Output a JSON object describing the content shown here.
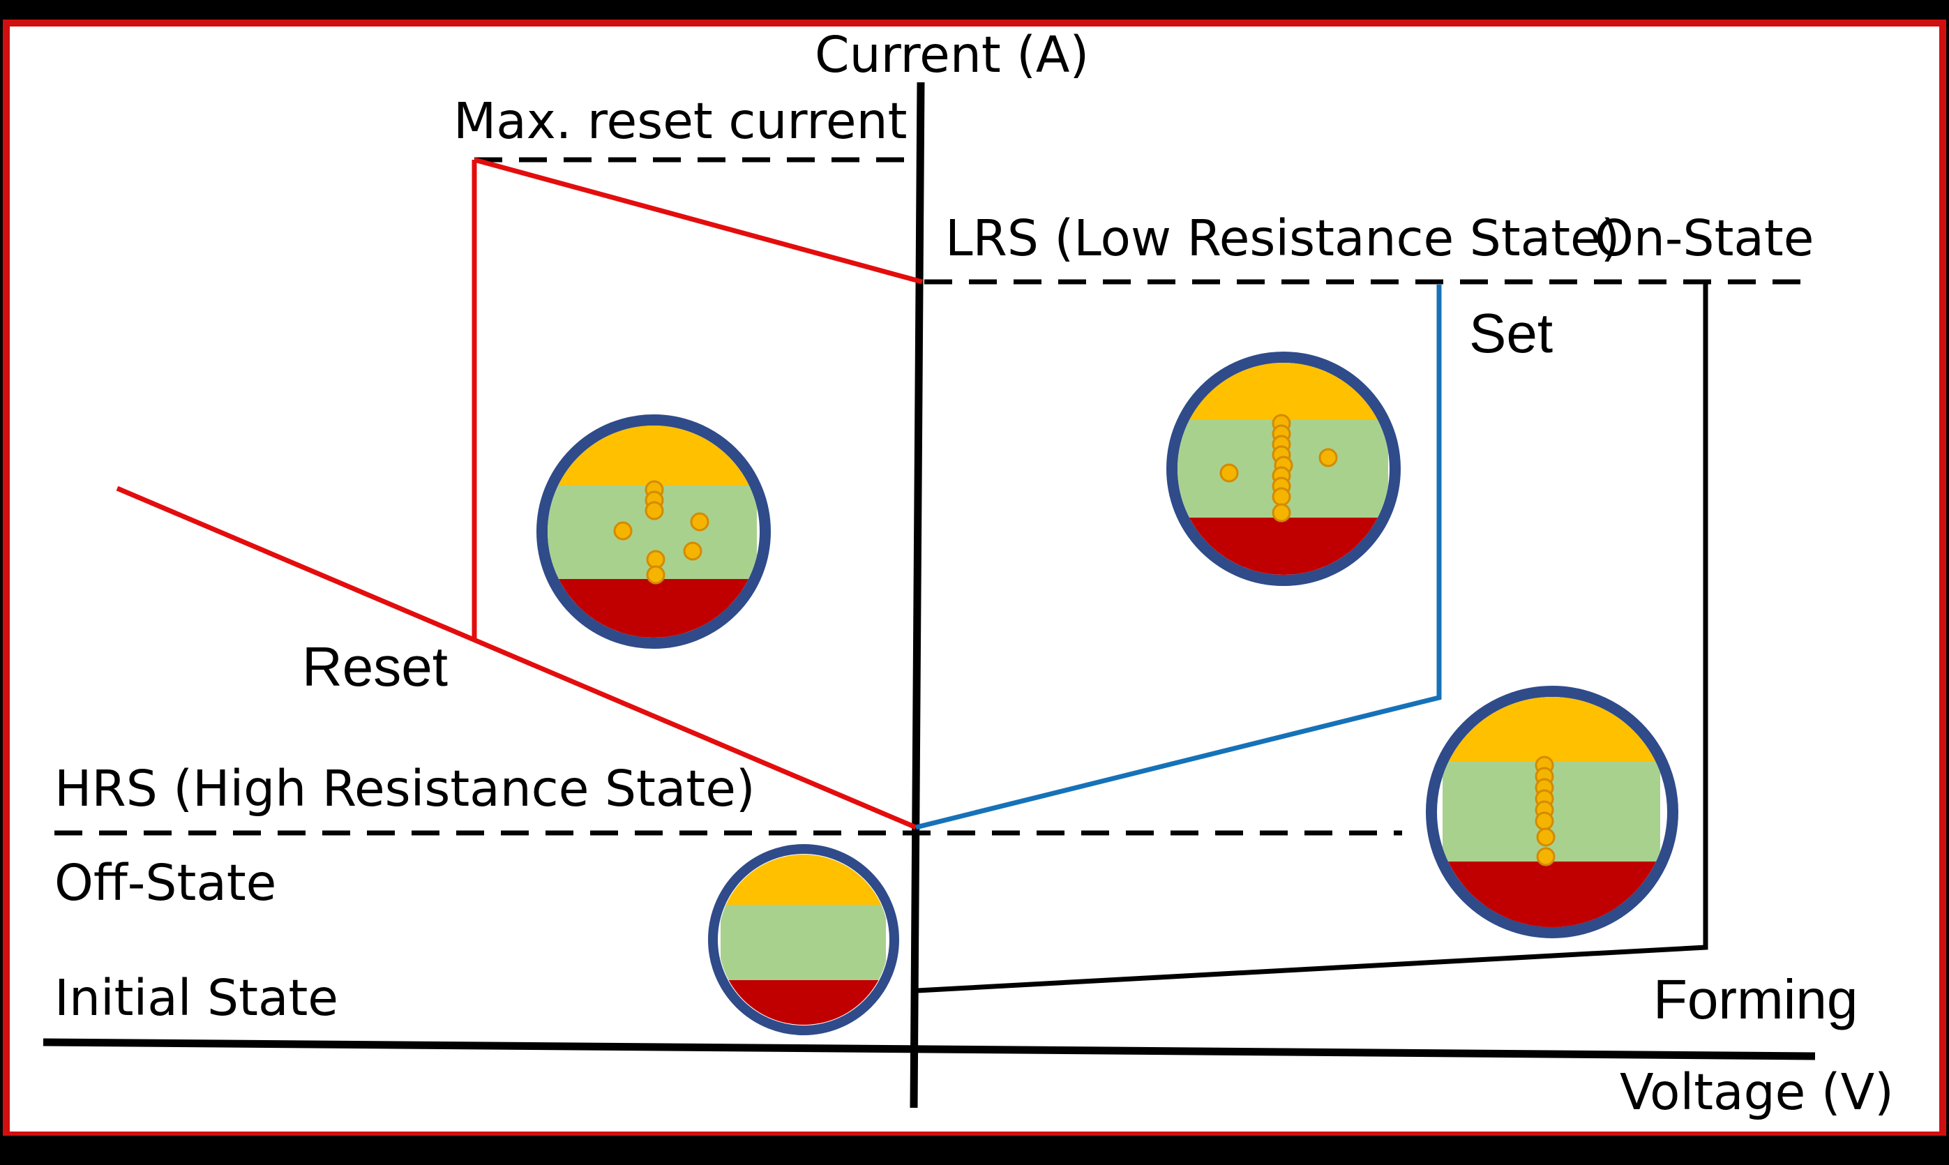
{
  "axes": {
    "y_label": "Current (A)",
    "x_label": "Voltage (V)"
  },
  "levels": {
    "max_reset": "Max. reset current",
    "lrs": "LRS (Low Resistance State)",
    "on_state": "On-State",
    "hrs": "HRS (High Resistance State)",
    "off_state": "Off-State",
    "initial_state": "Initial State"
  },
  "processes": {
    "reset": "Reset",
    "set": "Set",
    "forming": "Forming"
  },
  "colors": {
    "frame_outer": "#000000",
    "frame_red": "#d01010",
    "reset_curve": "#e30d0d",
    "set_curve": "#1672b8",
    "forming_curve": "#000000",
    "circle_ring": "#2f4b8a",
    "top_electrode": "#ffc000",
    "oxide": "#a9d18e",
    "bottom_electrode": "#c00000",
    "vacancy": "#f5b400"
  }
}
